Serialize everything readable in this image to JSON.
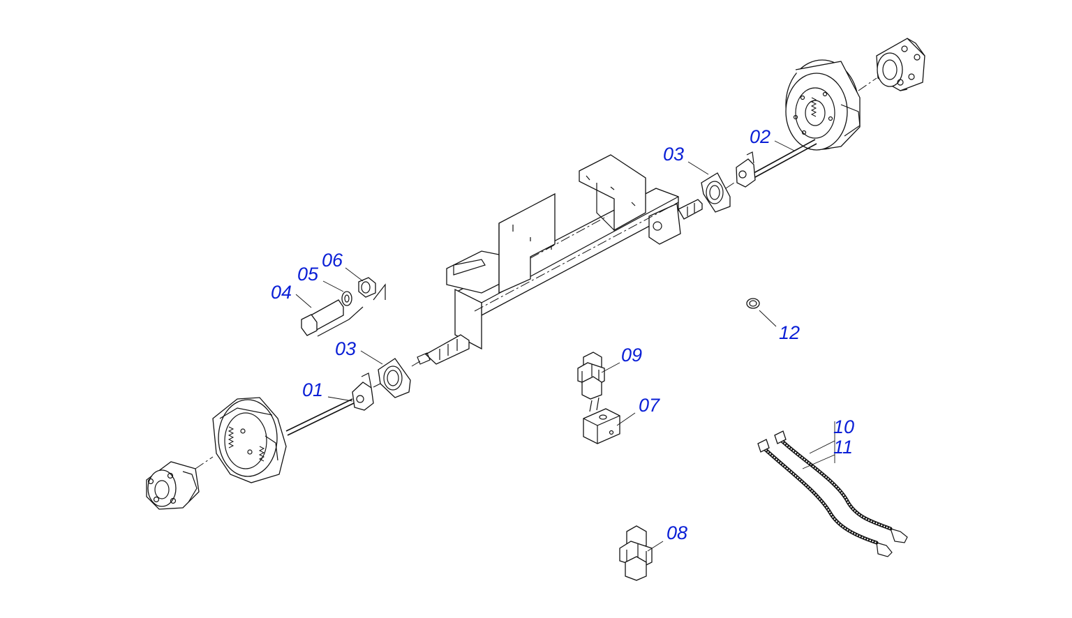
{
  "diagram": {
    "callouts": [
      {
        "id": "01",
        "text": "01"
      },
      {
        "id": "02",
        "text": "02"
      },
      {
        "id": "03a",
        "text": "03"
      },
      {
        "id": "03b",
        "text": "03"
      },
      {
        "id": "04",
        "text": "04"
      },
      {
        "id": "05",
        "text": "05"
      },
      {
        "id": "06",
        "text": "06"
      },
      {
        "id": "07",
        "text": "07"
      },
      {
        "id": "08",
        "text": "08"
      },
      {
        "id": "09",
        "text": "09"
      },
      {
        "id": "10",
        "text": "10"
      },
      {
        "id": "11",
        "text": "11"
      },
      {
        "id": "12",
        "text": "12"
      }
    ],
    "label_color": "#0a1fd6",
    "line_color": "#111111"
  }
}
